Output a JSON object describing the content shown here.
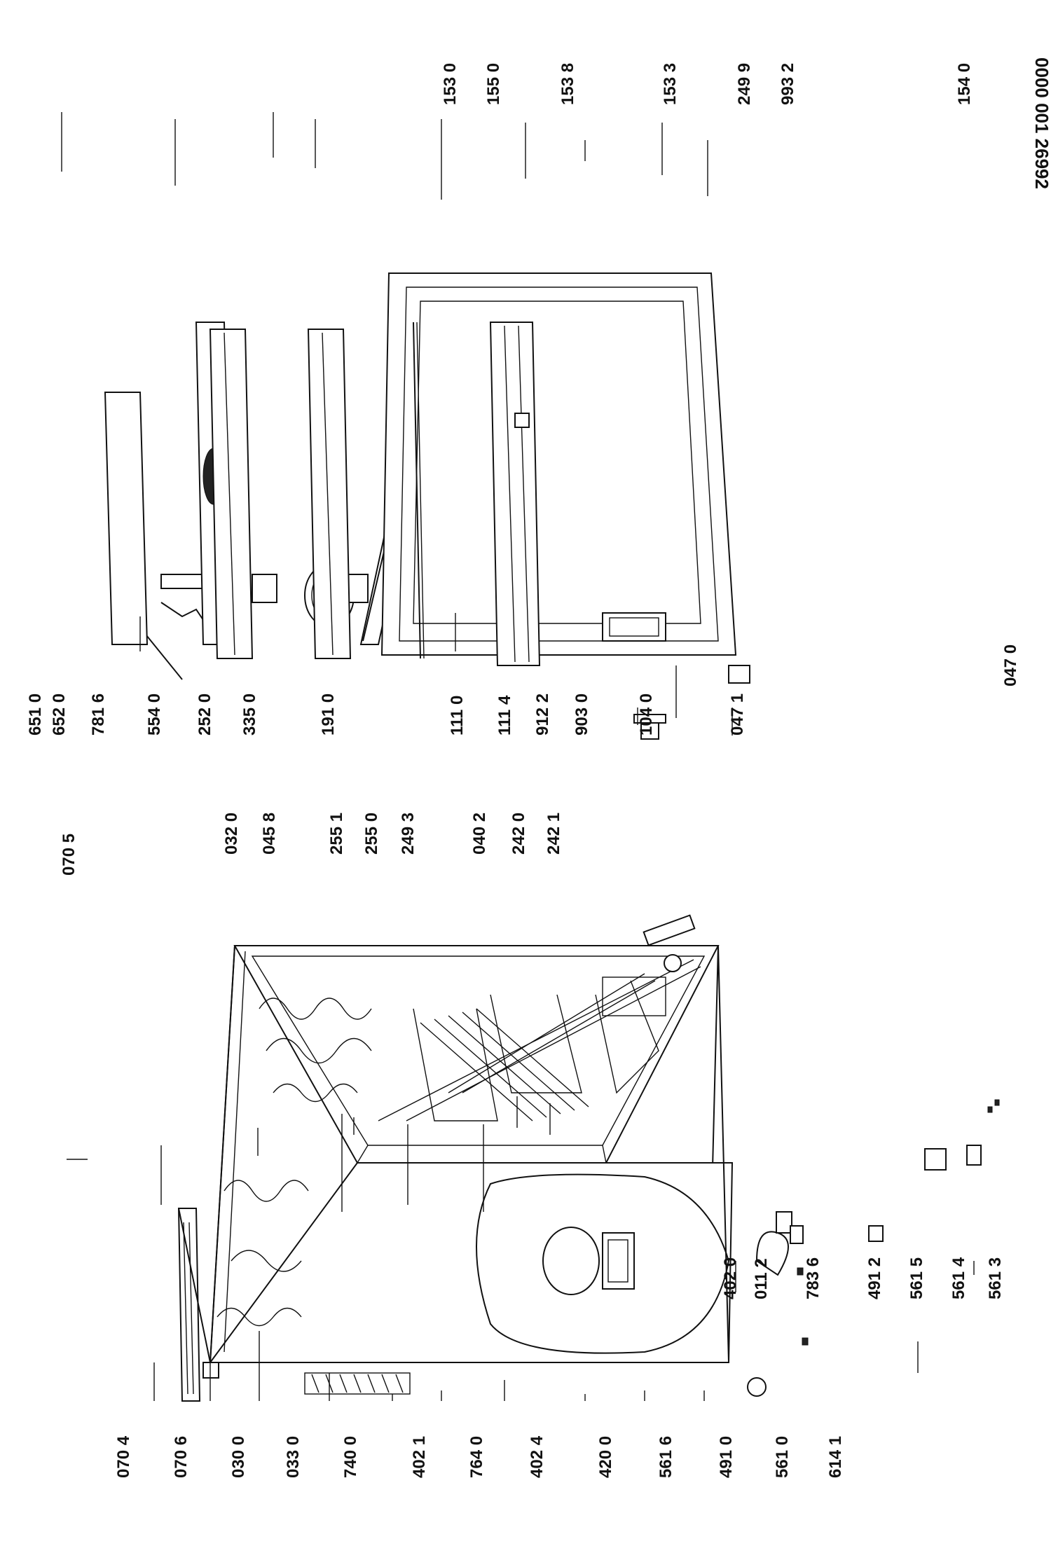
{
  "document_code": "0000 001 26992",
  "labels_left": [
    "070 4",
    "070 6",
    "030 0",
    "033 0",
    "740 0",
    "402 1",
    "764 0",
    "402 4",
    "420 0",
    "561 6",
    "491 0",
    "561 0",
    "614 1"
  ],
  "labels_top": [
    "070 5",
    "032 0",
    "045 8",
    "255 1",
    "255 0",
    "249 3",
    "040 2",
    "242 0",
    "242 1"
  ],
  "labels_mid": [
    "402 0",
    "011 2",
    "783 6",
    "491 2",
    "561 5",
    "561 4",
    "561 3"
  ],
  "labels_right_lower": [
    "651 0",
    "652 0",
    "781 6",
    "554 0",
    "252 0",
    "335 0",
    "191 0",
    "111 0",
    "111 4",
    "912 2",
    "903 0",
    "104 0",
    "047 1"
  ],
  "labels_right_upper": [
    "153 0",
    "155 0",
    "153 8",
    "153 3",
    "249 9",
    "993 2",
    "154 0",
    "047 0"
  ]
}
